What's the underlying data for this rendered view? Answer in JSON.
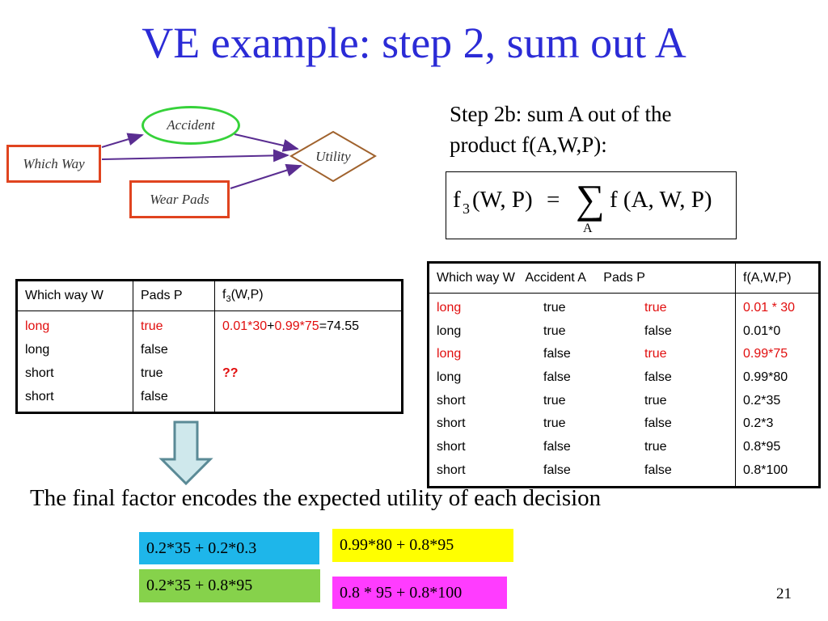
{
  "title": "VE example: step 2, sum out A",
  "diagram": {
    "which_way": "Which Way",
    "accident": "Accident",
    "utility": "Utility",
    "wear_pads": "Wear Pads"
  },
  "step": {
    "line1": "Step 2b: sum A out of the",
    "line2": "product f(A,W,P):"
  },
  "formula": {
    "lhs_f": "f",
    "lhs_sub": "3",
    "lhs_args": "(W, P)",
    "equals": "=",
    "sum_symbol": "∑",
    "sum_index": "A",
    "rhs": "f (A, W, P)"
  },
  "table1": {
    "headers": [
      "Which way W",
      "Pads P"
    ],
    "header_f": "f",
    "header_f_sub": "3",
    "header_f_args": "(W,P)",
    "col_w": [
      "long",
      "long",
      "short",
      "short"
    ],
    "col_p": [
      "true",
      "false",
      "true",
      "false"
    ],
    "f3_row1": {
      "a": "0.01*30",
      "plus": "+",
      "b": "0.99*75",
      "result": "=74.55"
    },
    "f3_row3": "??"
  },
  "table2": {
    "header_left": "Which way W   Accident A     Pads P",
    "header_right": "f(A,W,P)",
    "rows": [
      {
        "w": "long",
        "a": "true",
        "p": "true",
        "f": "0.01 * 30",
        "highlight": true
      },
      {
        "w": "long",
        "a": "true",
        "p": "false",
        "f": "0.01*0",
        "highlight": false
      },
      {
        "w": "long",
        "a": "false",
        "p": "true",
        "f": "0.99*75",
        "highlight": true
      },
      {
        "w": "long",
        "a": "false",
        "p": "false",
        "f": "0.99*80",
        "highlight": false
      },
      {
        "w": "short",
        "a": "true",
        "p": "true",
        "f": "0.2*35",
        "highlight": false
      },
      {
        "w": "short",
        "a": "true",
        "p": "false",
        "f": "0.2*3",
        "highlight": false
      },
      {
        "w": "short",
        "a": "false",
        "p": "true",
        "f": "0.8*95",
        "highlight": false
      },
      {
        "w": "short",
        "a": "false",
        "p": "false",
        "f": "0.8*100",
        "highlight": false
      }
    ]
  },
  "final_text": "The final factor encodes the  expected utility of each decision",
  "highlights": {
    "blue": "0.2*35 + 0.2*0.3",
    "yellow": "0.99*80 + 0.8*95",
    "green": "0.2*35 + 0.8*95",
    "pink": "0.8 * 95 + 0.8*100"
  },
  "colors": {
    "title": "#2b2bd6",
    "highlight_red": "#e10e0e",
    "decision_node": "#e0441f",
    "chance_node": "#36d23a",
    "utility_node": "#a0622d",
    "arrow": "#5a2d91",
    "down_arrow_fill": "#cfe8ec",
    "down_arrow_stroke": "#5a8a96",
    "blue_box": "#1eb6ea",
    "yellow_box": "#ffff00",
    "green_box": "#86d24b",
    "pink_box": "#ff3cff"
  },
  "page_number": "21"
}
